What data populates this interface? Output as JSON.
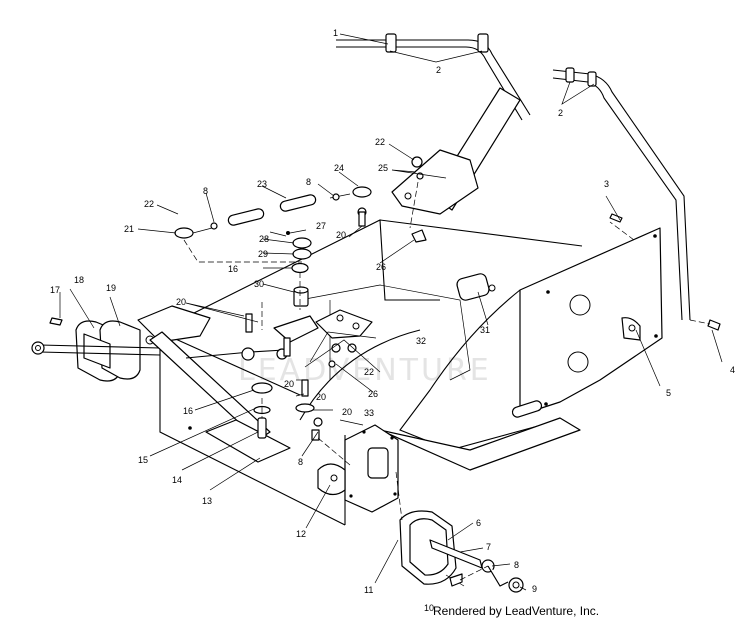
{
  "watermark": "LEADVENTURE",
  "credit": "Rendered by LeadVenture, Inc.",
  "callouts": [
    {
      "id": "c1",
      "text": "1"
    },
    {
      "id": "c2a",
      "text": "2"
    },
    {
      "id": "c2b",
      "text": "2"
    },
    {
      "id": "c3",
      "text": "3"
    },
    {
      "id": "c4",
      "text": "4"
    },
    {
      "id": "c5",
      "text": "5"
    },
    {
      "id": "c6",
      "text": "6"
    },
    {
      "id": "c7",
      "text": "7"
    },
    {
      "id": "c8a",
      "text": "8"
    },
    {
      "id": "c8b",
      "text": "8"
    },
    {
      "id": "c8c",
      "text": "8"
    },
    {
      "id": "c8d",
      "text": "8"
    },
    {
      "id": "c9",
      "text": "9"
    },
    {
      "id": "c10",
      "text": "10"
    },
    {
      "id": "c11",
      "text": "11"
    },
    {
      "id": "c12",
      "text": "12"
    },
    {
      "id": "c13",
      "text": "13"
    },
    {
      "id": "c14",
      "text": "14"
    },
    {
      "id": "c15",
      "text": "15"
    },
    {
      "id": "c16a",
      "text": "16"
    },
    {
      "id": "c16b",
      "text": "16"
    },
    {
      "id": "c17",
      "text": "17"
    },
    {
      "id": "c18",
      "text": "18"
    },
    {
      "id": "c19",
      "text": "19"
    },
    {
      "id": "c20a",
      "text": "20"
    },
    {
      "id": "c20b",
      "text": "20"
    },
    {
      "id": "c20c",
      "text": "20"
    },
    {
      "id": "c20d",
      "text": "20"
    },
    {
      "id": "c20e",
      "text": "20"
    },
    {
      "id": "c21",
      "text": "21"
    },
    {
      "id": "c22a",
      "text": "22"
    },
    {
      "id": "c22b",
      "text": "22"
    },
    {
      "id": "c22c",
      "text": "22"
    },
    {
      "id": "c23",
      "text": "23"
    },
    {
      "id": "c24",
      "text": "24"
    },
    {
      "id": "c25",
      "text": "25"
    },
    {
      "id": "c26a",
      "text": "26"
    },
    {
      "id": "c26b",
      "text": "26"
    },
    {
      "id": "c27",
      "text": "27"
    },
    {
      "id": "c28",
      "text": "28"
    },
    {
      "id": "c29",
      "text": "29"
    },
    {
      "id": "c30",
      "text": "30"
    },
    {
      "id": "c31",
      "text": "31"
    },
    {
      "id": "c32",
      "text": "32"
    },
    {
      "id": "c33",
      "text": "33"
    }
  ]
}
